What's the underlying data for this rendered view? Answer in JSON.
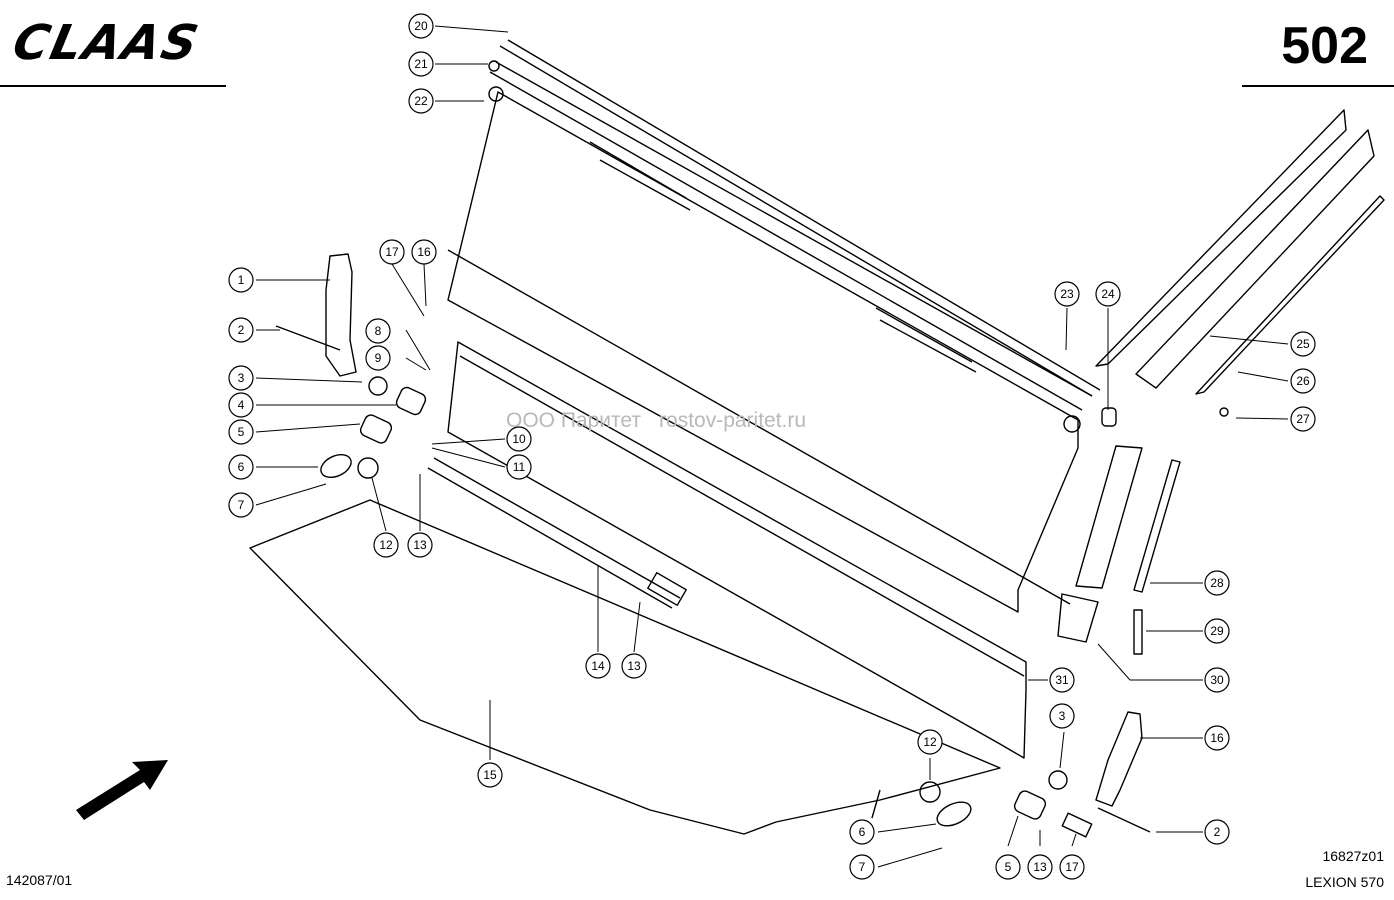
{
  "header": {
    "brand": "CLAAS",
    "page_number": "502"
  },
  "footer": {
    "document_number": "142087/01",
    "drawing_number": "16827z01",
    "model": "LEXION 570"
  },
  "watermark": {
    "company": "ООО Паритет",
    "site": "rostov-paritet.ru"
  },
  "callouts": [
    {
      "id": "c1",
      "label": "1"
    },
    {
      "id": "c2a",
      "label": "2"
    },
    {
      "id": "c3a",
      "label": "3"
    },
    {
      "id": "c4",
      "label": "4"
    },
    {
      "id": "c5a",
      "label": "5"
    },
    {
      "id": "c6a",
      "label": "6"
    },
    {
      "id": "c7a",
      "label": "7"
    },
    {
      "id": "c8",
      "label": "8"
    },
    {
      "id": "c9",
      "label": "9"
    },
    {
      "id": "c10",
      "label": "10"
    },
    {
      "id": "c11",
      "label": "11"
    },
    {
      "id": "c12a",
      "label": "12"
    },
    {
      "id": "c13a",
      "label": "13"
    },
    {
      "id": "c14",
      "label": "14"
    },
    {
      "id": "c13b",
      "label": "13"
    },
    {
      "id": "c15",
      "label": "15"
    },
    {
      "id": "c17a",
      "label": "17"
    },
    {
      "id": "c16a",
      "label": "16"
    },
    {
      "id": "c20",
      "label": "20"
    },
    {
      "id": "c21",
      "label": "21"
    },
    {
      "id": "c22",
      "label": "22"
    },
    {
      "id": "c23",
      "label": "23"
    },
    {
      "id": "c24",
      "label": "24"
    },
    {
      "id": "c25",
      "label": "25"
    },
    {
      "id": "c26",
      "label": "26"
    },
    {
      "id": "c27",
      "label": "27"
    },
    {
      "id": "c28",
      "label": "28"
    },
    {
      "id": "c29",
      "label": "29"
    },
    {
      "id": "c30",
      "label": "30"
    },
    {
      "id": "c31",
      "label": "31"
    },
    {
      "id": "c3b",
      "label": "3"
    },
    {
      "id": "c16b",
      "label": "16"
    },
    {
      "id": "c12b",
      "label": "12"
    },
    {
      "id": "c6b",
      "label": "6"
    },
    {
      "id": "c7b",
      "label": "7"
    },
    {
      "id": "c5b",
      "label": "5"
    },
    {
      "id": "c13c",
      "label": "13"
    },
    {
      "id": "c17b",
      "label": "17"
    },
    {
      "id": "c2b",
      "label": "2"
    }
  ]
}
